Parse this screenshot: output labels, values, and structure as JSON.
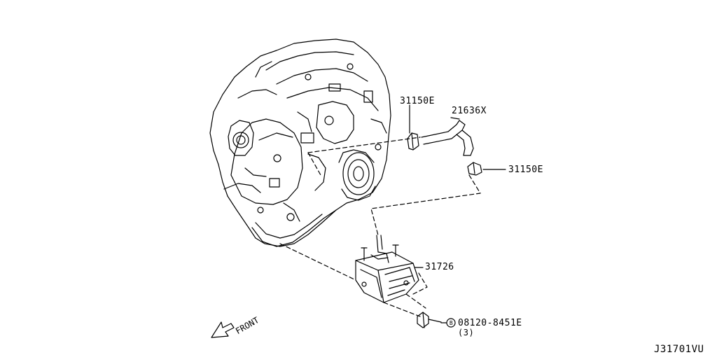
{
  "parts": {
    "clip_upper": "31150E",
    "hose": "21636X",
    "clip_right": "31150E",
    "cooler": "31726",
    "bolt": "08120-8451E",
    "bolt_qty": "(3)",
    "bolt_marker": "B"
  },
  "front_label": "FRONT",
  "diagram_code": "J31701VU"
}
